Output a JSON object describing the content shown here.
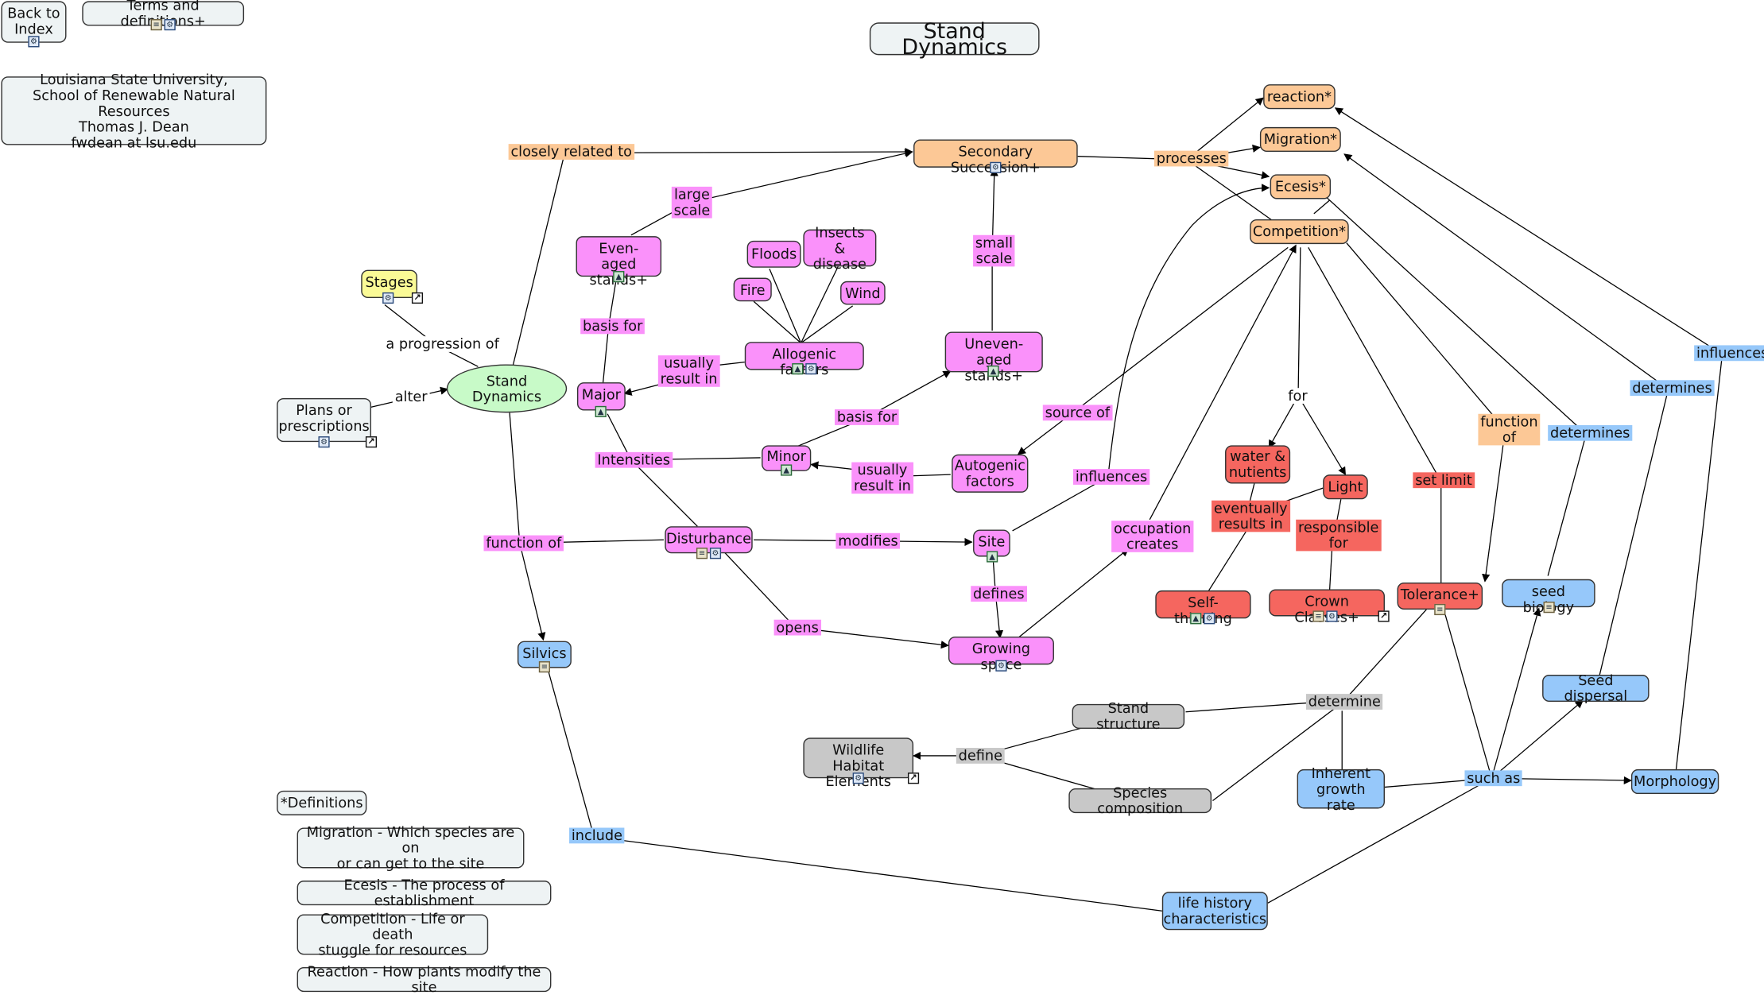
{
  "colors": {
    "gray_node": "#eef3f4",
    "orange": "#fcc896",
    "pink": "#fa91fa",
    "red": "#f5665f",
    "blue": "#96c8fa",
    "yellow": "#fafa96",
    "green": "#c8fac8",
    "silver": "#c8c8c8"
  },
  "title": "Stand Dynamics",
  "nodes": {
    "back_to_index": "Back to\nIndex",
    "terms": "Terms and definitions+",
    "credits": "Louisiana State University,\nSchool of Renewable Natural Resources\nThomas J. Dean\nfwdean at lsu.edu",
    "stages": "Stages",
    "plans": "Plans or\nprescriptions",
    "stand_dynamics": "Stand Dynamics",
    "secondary_succession": "Secondary Succession+",
    "even_aged": "Even-aged\nstands+",
    "floods": "Floods",
    "insects": "Insects &\ndisease",
    "fire": "Fire",
    "wind": "Wind",
    "allogenic": "Allogenic factors",
    "major": "Major",
    "uneven_aged": "Uneven-aged\nstands+",
    "minor": "Minor",
    "autogenic": "Autogenic\nfactors",
    "disturbance": "Disturbance",
    "site": "Site",
    "growing_space": "Growing space",
    "silvics": "Silvics",
    "reaction": "reaction*",
    "migration": "Migration*",
    "ecesis": "Ecesis*",
    "competition": "Competition*",
    "water": "water &\nnutients",
    "light": "Light",
    "self_thinning": "Self-thinning",
    "crown_classes": "Crown Classes+",
    "tolerance": "Tolerance+",
    "seed_biology": "seed biology",
    "seed_dispersal": "Seed dispersal",
    "morphology": "Morphology",
    "inherent": "Inherent\ngrowth rate",
    "life_history": "life history\ncharacteristics",
    "stand_structure": "Stand structure",
    "species_composition": "Species composition",
    "wildlife": "Wildlife Habitat\nElements",
    "definitions": "*Definitions",
    "def_migration": "Migration - Which species are on\nor can get to the site",
    "def_ecesis": "Ecesis - The process of establishment",
    "def_competition": "Competition - Life or death\nstuggle for resources",
    "def_reaction": "Reaction - How plants modify the site"
  },
  "links": {
    "closely_related_to": "closely related to",
    "large_scale": "large\nscale",
    "small_scale": "small\nscale",
    "processes": "processes",
    "a_progression_of": "a progression of",
    "alter": "alter",
    "basis_for_major": "basis for",
    "usually_result_in_allogenic": "usually\nresult in",
    "basis_for_minor": "basis for",
    "intensities": "Intensities",
    "usually_result_in_autogenic": "usually\nresult in",
    "source_of": "source of",
    "influences_site": "influences",
    "occupation_creates": "occupation\ncreates",
    "function_of_stand": "function of",
    "modifies": "modifies",
    "defines": "defines",
    "opens": "opens",
    "for": "for",
    "eventually_results_in": "eventually\nresults in",
    "responsible_for": "responsible\nfor",
    "set_limit": "set limit",
    "function_of_tolerance": "function\nof",
    "determines_seed": "determines",
    "determines_migration": "determines",
    "influences_reaction": "influences",
    "determine": "determine",
    "define": "define",
    "such_as": "such as",
    "include": "include"
  }
}
